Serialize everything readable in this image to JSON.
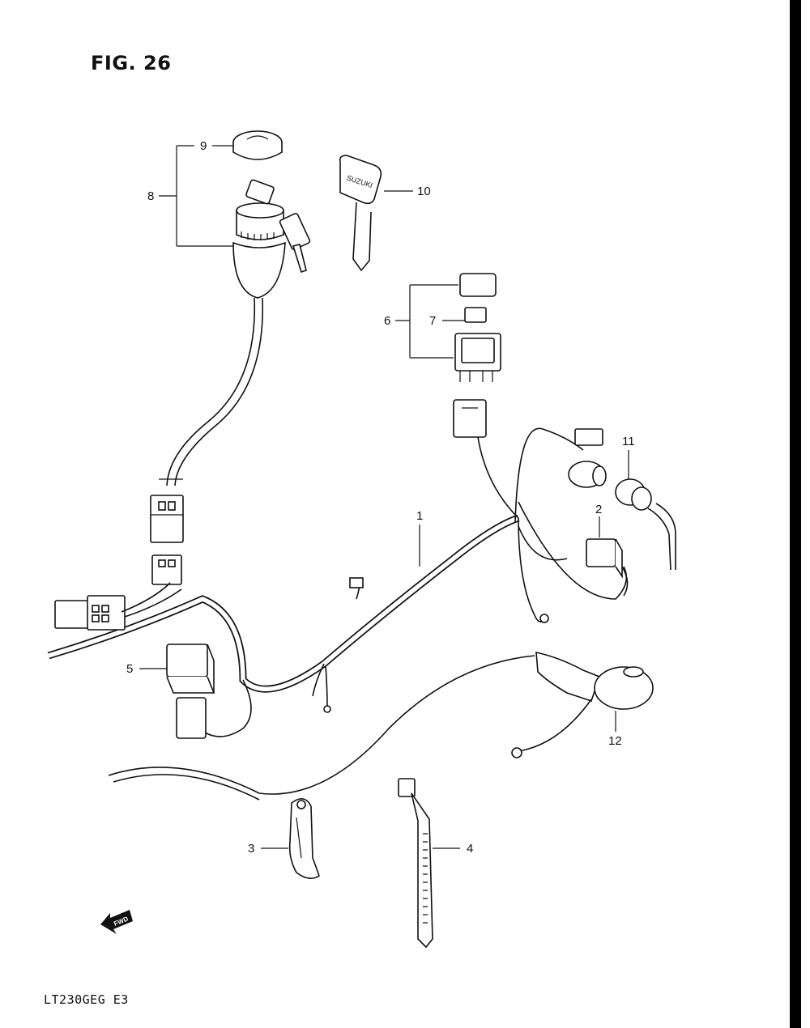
{
  "figure": {
    "title": "FIG. 26",
    "model_code": "LT230GEG E3"
  },
  "fwd_arrow": {
    "label": "FWD",
    "icon": "fwd-arrow-icon"
  },
  "key_label": "SUZUKI",
  "callouts": [
    {
      "id": "1",
      "label": "1"
    },
    {
      "id": "2",
      "label": "2"
    },
    {
      "id": "3",
      "label": "3"
    },
    {
      "id": "4",
      "label": "4"
    },
    {
      "id": "5",
      "label": "5"
    },
    {
      "id": "6",
      "label": "6"
    },
    {
      "id": "7",
      "label": "7"
    },
    {
      "id": "8",
      "label": "8"
    },
    {
      "id": "9",
      "label": "9"
    },
    {
      "id": "10",
      "label": "10"
    },
    {
      "id": "11",
      "label": "11"
    },
    {
      "id": "12",
      "label": "12"
    }
  ]
}
